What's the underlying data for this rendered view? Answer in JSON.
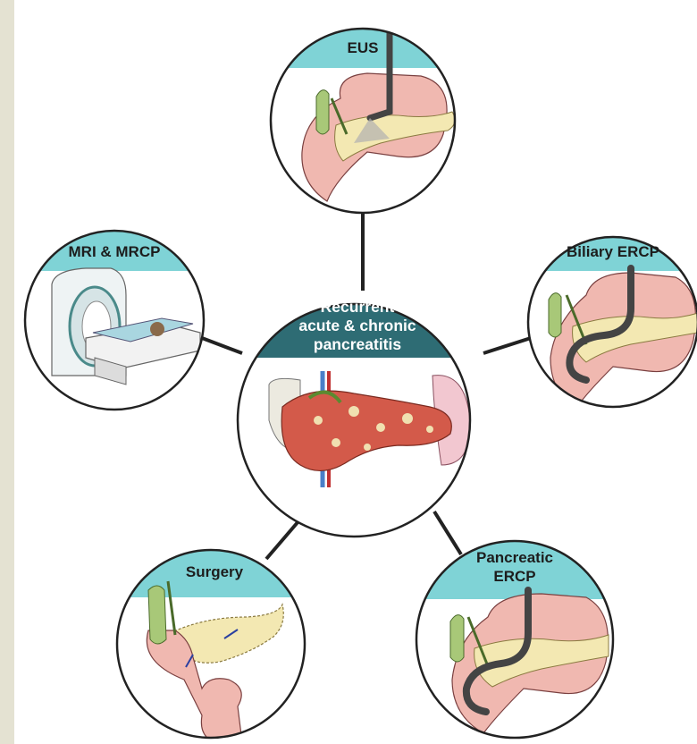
{
  "center": {
    "title_lines": [
      "Recurrent",
      "acute & chronic",
      "pancreatitis"
    ]
  },
  "nodes": {
    "eus": {
      "label_lines": [
        "EUS"
      ]
    },
    "biliary_ercp": {
      "label_lines": [
        "Biliary ERCP"
      ]
    },
    "mri_mrcp": {
      "label_lines": [
        "MRI & MRCP"
      ]
    },
    "surgery": {
      "label_lines": [
        "Surgery"
      ]
    },
    "pancreatic_ercp": {
      "label_lines": [
        "Pancreatic",
        "ERCP"
      ]
    }
  },
  "colors": {
    "center_header": "#2e6c74",
    "node_header": "#7fd3d6",
    "stomach": "#f0b8b0",
    "pancreas": "#f3e8b2",
    "gallbladder": "#a8c878",
    "scope": "#555555"
  }
}
